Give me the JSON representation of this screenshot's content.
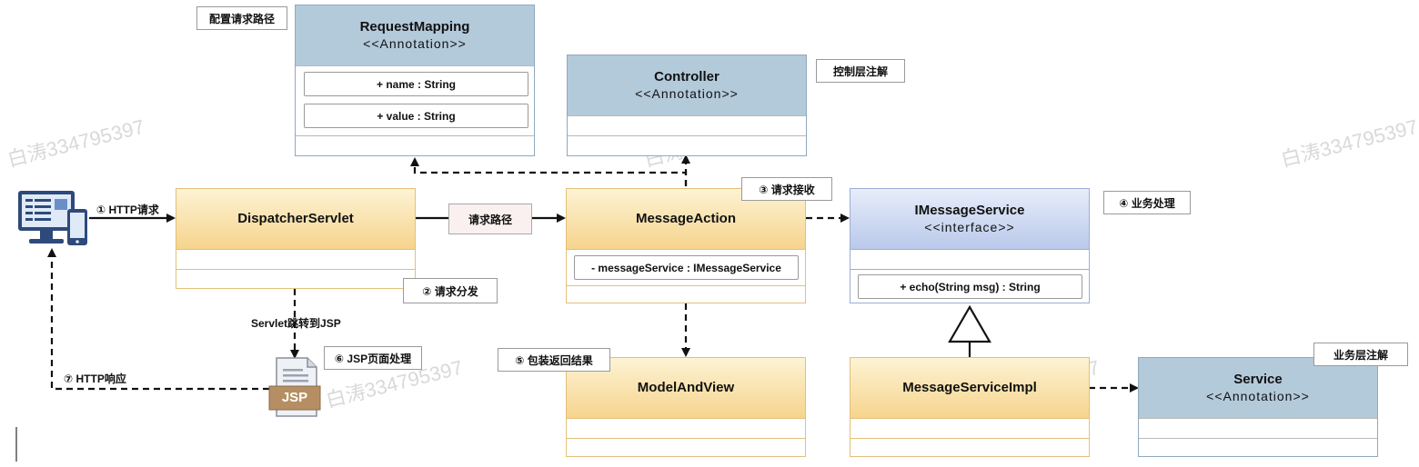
{
  "watermark": "白涛334795397",
  "colors": {
    "annotation_header": "#b3cadb",
    "interface_header": "#b9c9ea",
    "class_header": "#f6d48d",
    "arrow": "#111111"
  },
  "icons": {
    "client": "computer-monitor-icon",
    "jsp": "jsp-file-icon"
  },
  "classes": {
    "request_mapping": {
      "name": "RequestMapping",
      "stereotype": "<<Annotation>>",
      "attrs": [
        "+ name : String",
        "+ value : String"
      ]
    },
    "controller": {
      "name": "Controller",
      "stereotype": "<<Annotation>>"
    },
    "dispatcher_servlet": {
      "name": "DispatcherServlet"
    },
    "message_action": {
      "name": "MessageAction",
      "attr": "- messageService : IMessageService"
    },
    "imessage_service": {
      "name": "IMessageService",
      "stereotype": "<<interface>>",
      "method": "+ echo(String msg) : String"
    },
    "model_and_view": {
      "name": "ModelAndView"
    },
    "message_service_impl": {
      "name": "MessageServiceImpl"
    },
    "service": {
      "name": "Service",
      "stereotype": "<<Annotation>>"
    }
  },
  "notes": {
    "config_path": "配置请求路径",
    "controller_ann": "控制层注解",
    "receive": "③ 请求接收",
    "business": "④ 业务处理",
    "dispatch": "② 请求分发",
    "wrap_result": "⑤ 包装返回结果",
    "jsp_process": "⑥ JSP页面处理",
    "service_ann": "业务层注解"
  },
  "labels": {
    "http_request": "① HTTP请求",
    "request_path": "请求路径",
    "servlet_to_jsp": "Servlet跳转到JSP",
    "http_response": "⑦ HTTP响应",
    "jsp": "JSP"
  }
}
